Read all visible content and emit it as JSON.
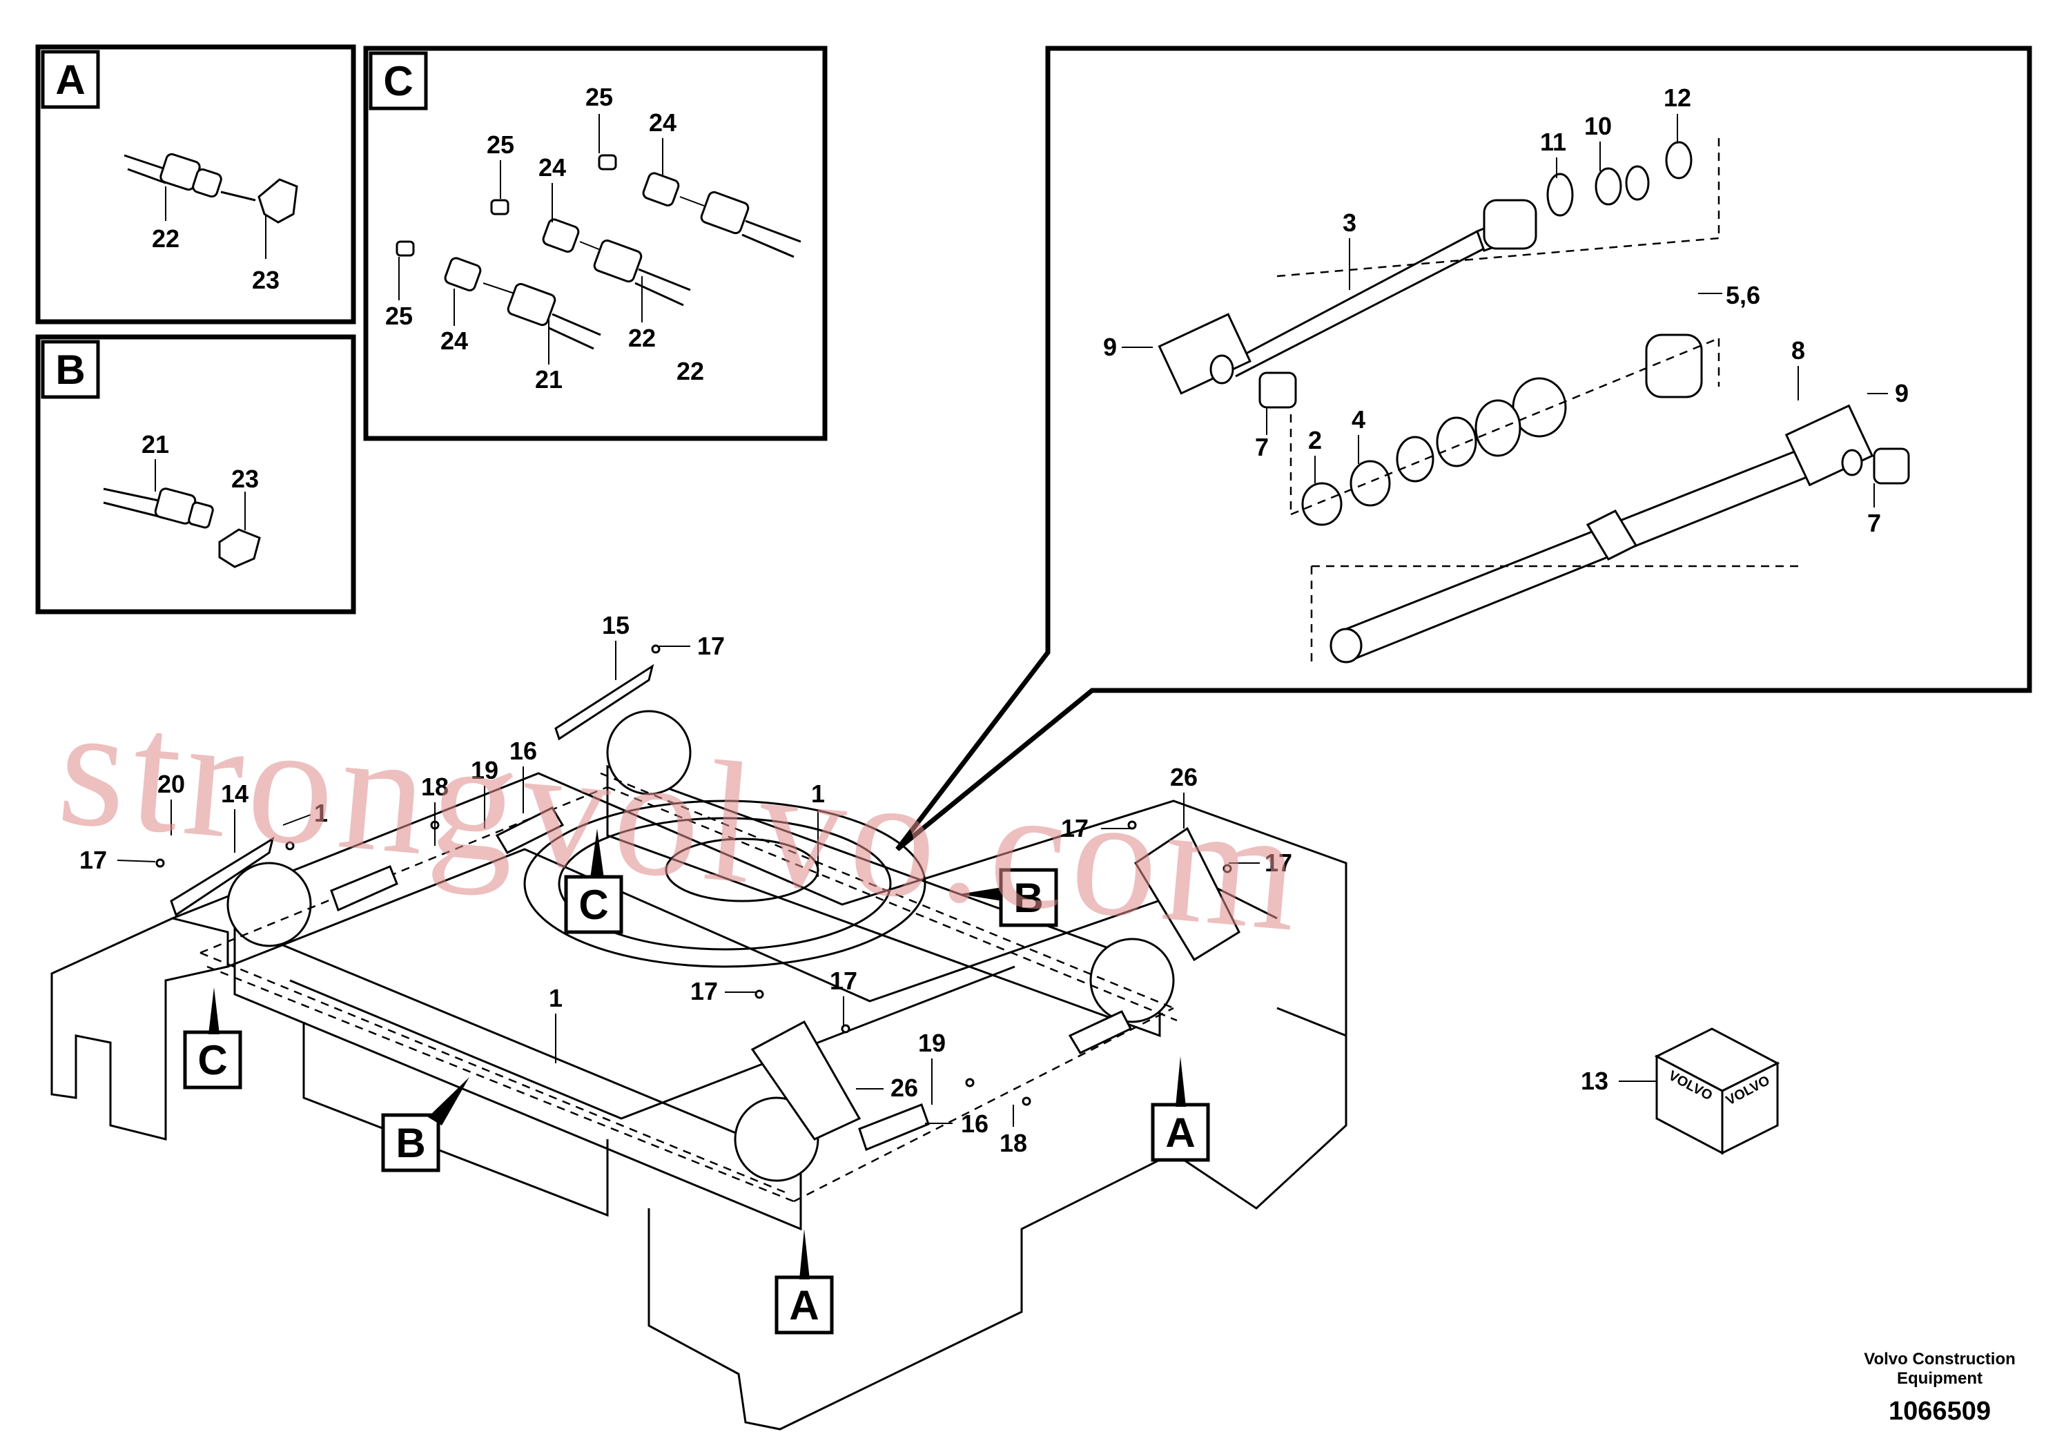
{
  "watermark": "strongvolvo.com",
  "insets": {
    "A": {
      "key": "A",
      "labels": [
        "22",
        "23"
      ]
    },
    "B": {
      "key": "B",
      "labels": [
        "21",
        "23"
      ]
    },
    "C": {
      "key": "C",
      "labels": [
        "25",
        "25",
        "24",
        "25",
        "24",
        "22",
        "24",
        "21",
        "22"
      ]
    }
  },
  "cylinder_detail": {
    "labels": [
      "12",
      "11",
      "10",
      "3",
      "5,6",
      "9",
      "8",
      "9",
      "7",
      "2",
      "4",
      "7"
    ]
  },
  "main": {
    "labels": [
      "15",
      "17",
      "20",
      "14",
      "1",
      "17",
      "18",
      "19",
      "16",
      "1",
      "26",
      "17",
      "17",
      "1",
      "17",
      "17",
      "19",
      "26",
      "18",
      "16",
      "13"
    ],
    "keys": [
      "C",
      "B",
      "C",
      "B",
      "A",
      "A"
    ],
    "box_logo": "VOLVO"
  },
  "footer": {
    "brand_line1": "Volvo Construction",
    "brand_line2": "Equipment",
    "drawing_number": "1066509"
  }
}
